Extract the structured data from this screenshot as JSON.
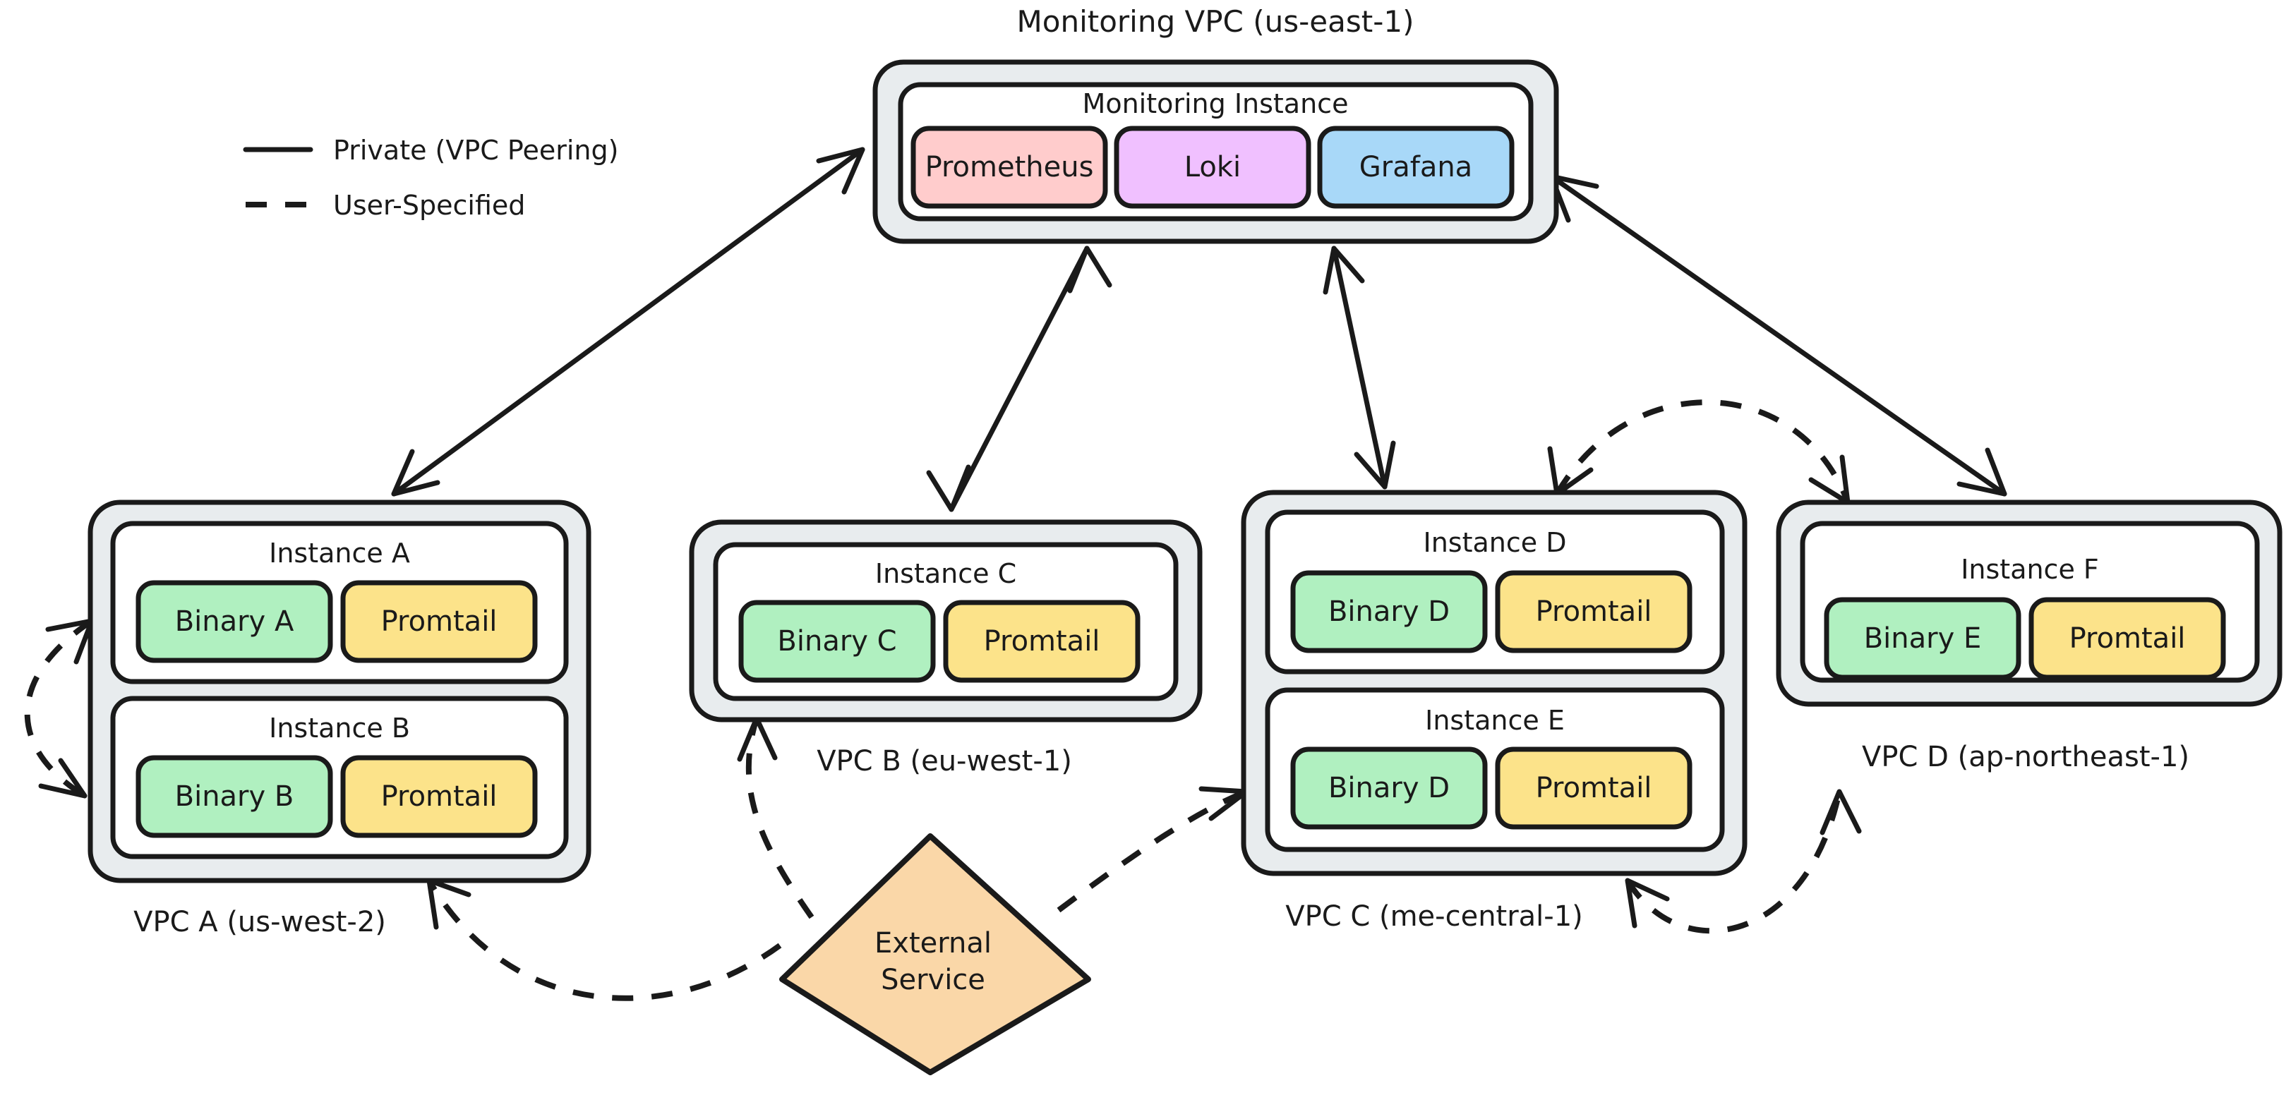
{
  "diagram": {
    "title": "Monitoring VPC (us-east-1)",
    "legend": {
      "items": [
        {
          "label": "Private (VPC Peering)",
          "style": "solid"
        },
        {
          "label": "User-Specified",
          "style": "dashed"
        }
      ]
    },
    "colors": {
      "prometheus": "#ffcccc",
      "loki": "#f0c0ff",
      "grafana": "#a8d8f8",
      "binary": "#b0f0c0",
      "promtail": "#fce38a",
      "external": "#fad7a8",
      "vpc_fill": "#e8ecee",
      "instance_fill": "#ffffff",
      "stroke": "#1a1a1a"
    },
    "monitoring_vpc": {
      "label": "Monitoring VPC (us-east-1)",
      "instance": {
        "label": "Monitoring Instance",
        "services": [
          {
            "label": "Prometheus",
            "color": "prometheus"
          },
          {
            "label": "Loki",
            "color": "loki"
          },
          {
            "label": "Grafana",
            "color": "grafana"
          }
        ]
      }
    },
    "vpcs": [
      {
        "label": "VPC A (us-west-2)",
        "instances": [
          {
            "label": "Instance A",
            "components": [
              {
                "label": "Binary A",
                "color": "binary"
              },
              {
                "label": "Promtail",
                "color": "promtail"
              }
            ]
          },
          {
            "label": "Instance B",
            "components": [
              {
                "label": "Binary B",
                "color": "binary"
              },
              {
                "label": "Promtail",
                "color": "promtail"
              }
            ]
          }
        ]
      },
      {
        "label": "VPC B (eu-west-1)",
        "instances": [
          {
            "label": "Instance C",
            "components": [
              {
                "label": "Binary C",
                "color": "binary"
              },
              {
                "label": "Promtail",
                "color": "promtail"
              }
            ]
          }
        ]
      },
      {
        "label": "VPC C (me-central-1)",
        "instances": [
          {
            "label": "Instance D",
            "components": [
              {
                "label": "Binary D",
                "color": "binary"
              },
              {
                "label": "Promtail",
                "color": "promtail"
              }
            ]
          },
          {
            "label": "Instance E",
            "components": [
              {
                "label": "Binary D",
                "color": "binary"
              },
              {
                "label": "Promtail",
                "color": "promtail"
              }
            ]
          }
        ]
      },
      {
        "label": "VPC D (ap-northeast-1)",
        "instances": [
          {
            "label": "Instance F",
            "components": [
              {
                "label": "Binary E",
                "color": "binary"
              },
              {
                "label": "Promtail",
                "color": "promtail"
              }
            ]
          }
        ]
      }
    ],
    "external_service": {
      "label_line1": "External",
      "label_line2": "Service"
    },
    "connections": [
      {
        "from": "Monitoring VPC (us-east-1)",
        "to": "VPC A (us-west-2)",
        "style": "solid",
        "direction": "both"
      },
      {
        "from": "Monitoring VPC (us-east-1)",
        "to": "VPC B (eu-west-1)",
        "style": "solid",
        "direction": "both"
      },
      {
        "from": "Monitoring VPC (us-east-1)",
        "to": "VPC C (me-central-1)",
        "style": "solid",
        "direction": "both"
      },
      {
        "from": "Monitoring VPC (us-east-1)",
        "to": "VPC D (ap-northeast-1)",
        "style": "solid",
        "direction": "both"
      },
      {
        "from": "VPC A (us-west-2)",
        "to": "VPC A (us-west-2)",
        "style": "dashed",
        "direction": "both"
      },
      {
        "from": "VPC C (me-central-1)",
        "to": "VPC D (ap-northeast-1)",
        "style": "dashed",
        "direction": "both"
      },
      {
        "from": "VPC C (me-central-1)",
        "to": "VPC D (ap-northeast-1)",
        "style": "dashed",
        "direction": "both"
      },
      {
        "from": "External Service",
        "to": "VPC A (us-west-2)",
        "style": "dashed",
        "direction": "to"
      },
      {
        "from": "External Service",
        "to": "VPC B (eu-west-1)",
        "style": "dashed",
        "direction": "to"
      },
      {
        "from": "External Service",
        "to": "VPC C (me-central-1)",
        "style": "dashed",
        "direction": "to"
      }
    ]
  }
}
